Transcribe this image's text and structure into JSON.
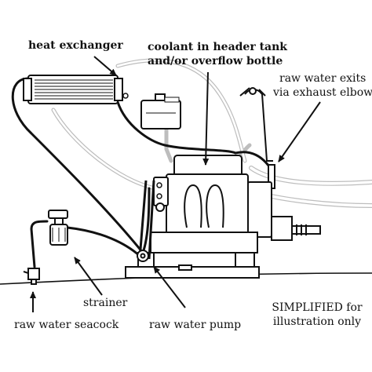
{
  "labels": {
    "heat_exchanger": "heat exchanger",
    "coolant_line1": "coolant in header tank",
    "coolant_line2": "and/or overflow bottle",
    "raw_exit_line1": "raw water exits",
    "raw_exit_line2": "via exhaust elbow",
    "strainer": "strainer",
    "seacock": "raw water seacock",
    "pump": "raw water pump",
    "note_line1": "SIMPLIFIED for",
    "note_line2": "illustration only"
  },
  "icons": {
    "arrow": "arrow-icon",
    "engine": "engine-block-icon",
    "heat_exchanger": "heat-exchanger-icon",
    "strainer": "strainer-icon",
    "seacock": "seacock-icon",
    "tank": "header-tank-icon",
    "pump": "pump-icon"
  },
  "colors": {
    "raw_water_hose": "#111111",
    "coolant_hose": "#bbbbbb",
    "outline": "#111111"
  }
}
